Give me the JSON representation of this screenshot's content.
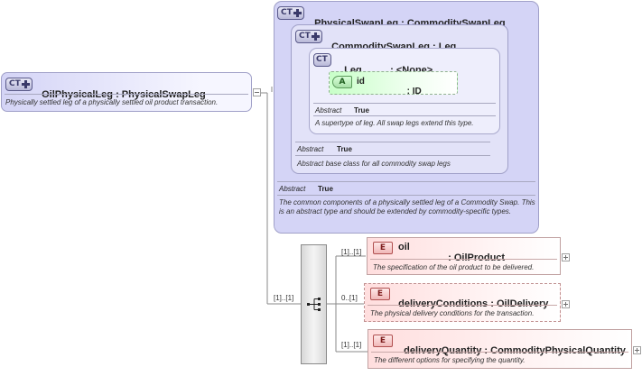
{
  "root": {
    "badge": "CT",
    "title": "OilPhysicalLeg",
    "base": "PhysicalSwapLeg",
    "description": "Physically settled leg of a physically settled oil product transaction."
  },
  "physical_swap_leg": {
    "badge": "CT",
    "title": "PhysicalSwapLeg",
    "base": "CommoditySwapLeg",
    "abstract_label": "Abstract",
    "abstract_value": "True",
    "description": "The common components of a physically settled leg of a Commodity Swap. This is an abstract type and should be extended by commodity-specific types."
  },
  "commodity_swap_leg": {
    "badge": "CT",
    "title": "CommoditySwapLeg",
    "base": "Leg",
    "abstract_label": "Abstract",
    "abstract_value": "True",
    "description": "Abstract base class for all commodity swap legs"
  },
  "leg": {
    "badge": "CT",
    "title": "Leg",
    "base": "<None>",
    "abstract_label": "Abstract",
    "abstract_value": "True",
    "description": "A supertype of leg. All swap legs extend this type.",
    "attribute": {
      "badge": "A",
      "name": "id",
      "type": "ID"
    }
  },
  "sequence": {
    "cardinality": "[1]..[1]",
    "elements": [
      {
        "badge": "E",
        "name": "oil",
        "type": "OilProduct",
        "cardinality": "[1]..[1]",
        "description": "The specification of the oil product to be delivered."
      },
      {
        "badge": "E",
        "name": "deliveryConditions",
        "type": "OilDelivery",
        "cardinality": "0..[1]",
        "description": "The physical delivery conditions for the transaction."
      },
      {
        "badge": "E",
        "name": "deliveryQuantity",
        "type": "CommodityPhysicalQuantity",
        "cardinality": "[1]..[1]",
        "description": "The different options for specifying the quantity."
      }
    ]
  },
  "separator": ":",
  "colors": {
    "ct_panel": "#d4d4f6",
    "element_panel": "#ffdede",
    "attribute_panel": "#d8ffd8"
  },
  "icons": {
    "ct_plus": "plus-icon",
    "expand": "expand-icon",
    "collapse": "collapse-icon",
    "sequence": "sequence-icon"
  }
}
